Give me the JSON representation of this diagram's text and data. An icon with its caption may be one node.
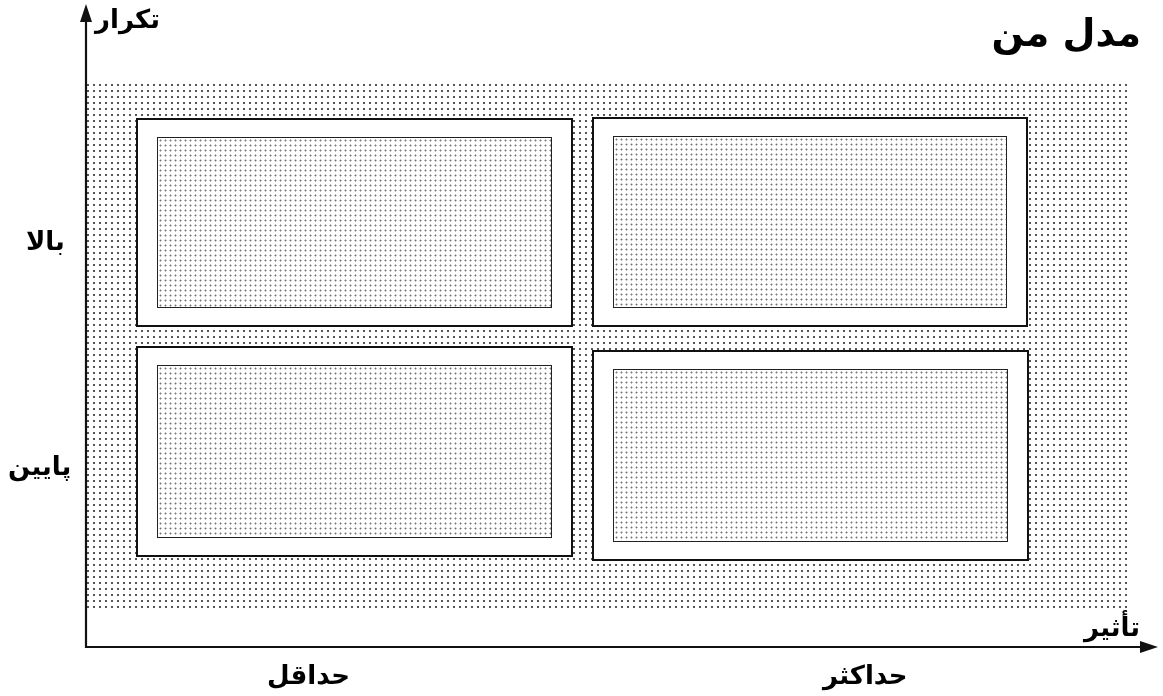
{
  "diagram": {
    "title": "مدل من",
    "nodes": [
      {
        "text": [],
        "shape": "box"
      },
      {
        "text": [],
        "shape": "box"
      },
      {
        "text": [],
        "shape": "box"
      },
      {
        "text": [],
        "shape": "box"
      }
    ],
    "labels": [
      "تکرار",
      "بالا",
      "پایین",
      "تأثیر",
      "حداقل",
      "حداکثر"
    ]
  }
}
